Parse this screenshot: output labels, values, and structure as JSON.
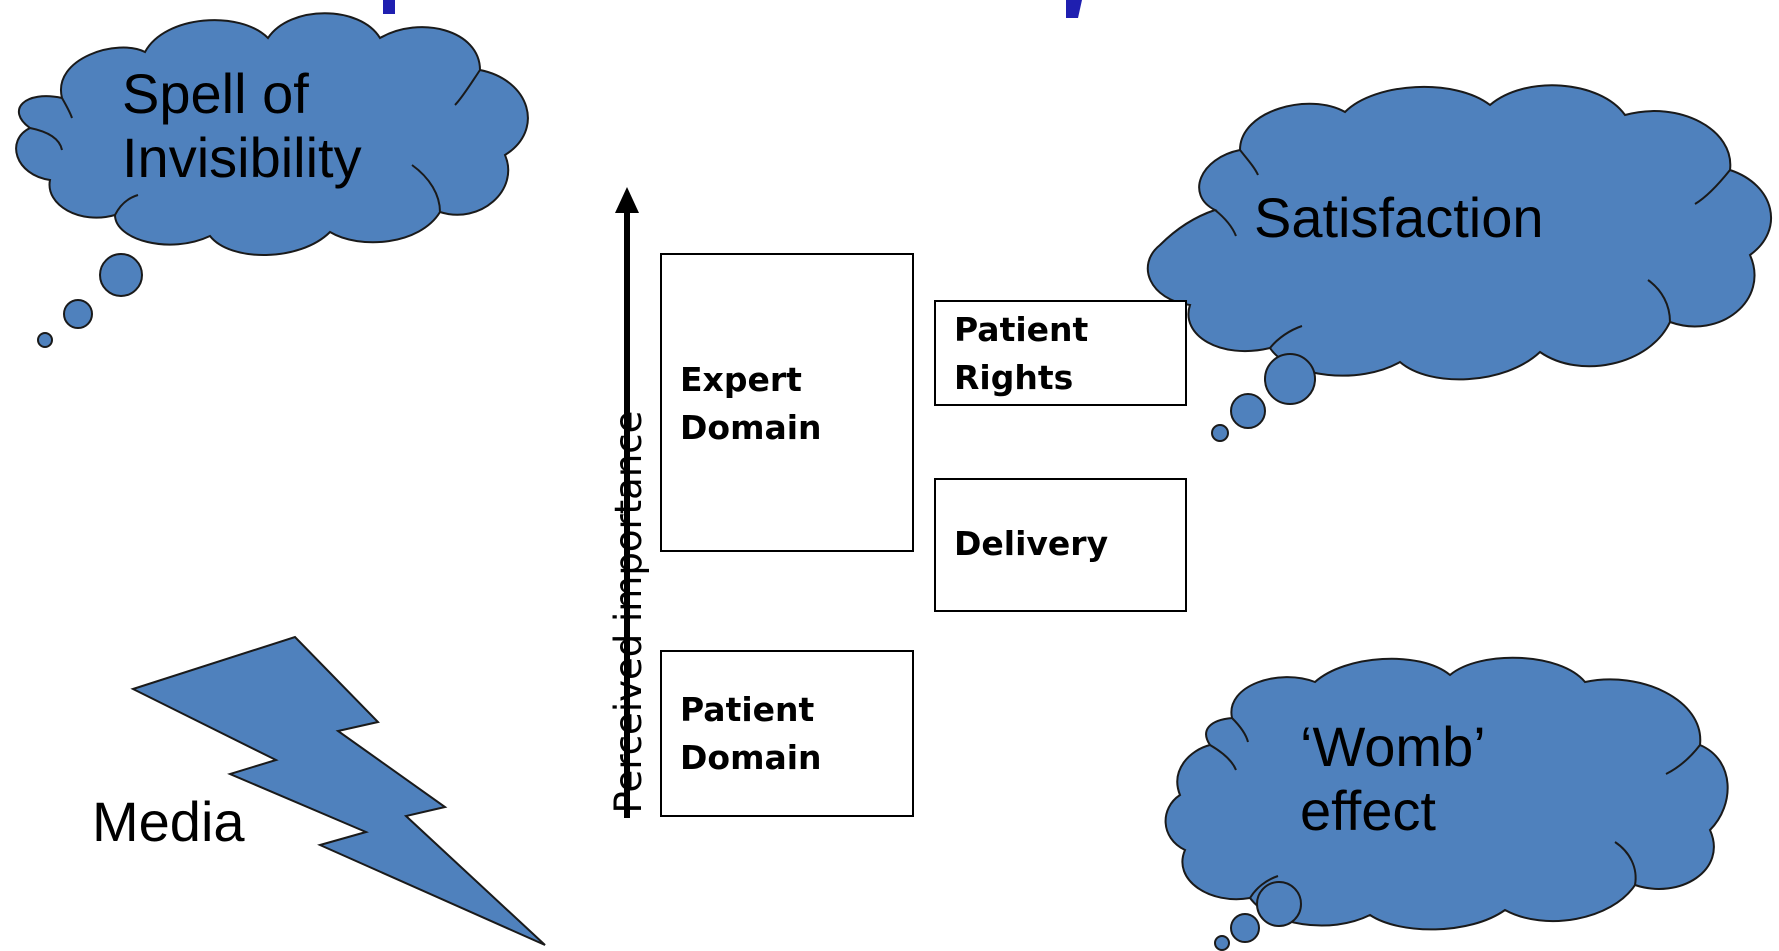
{
  "colors": {
    "shape_fill": "#4f81bd",
    "shape_stroke": "#1a1a1a",
    "text": "#000000",
    "title": "#1f1fb0"
  },
  "clouds": {
    "spell": {
      "line1": "Spell of",
      "line2": "Invisibility"
    },
    "satisfaction": {
      "label": "Satisfaction"
    },
    "womb": {
      "line1": "‘Womb’",
      "line2": "effect"
    }
  },
  "media": {
    "label": "Media"
  },
  "axis": {
    "label": "Perceived importance"
  },
  "boxes": {
    "expert": {
      "line1": "Expert",
      "line2": "Domain"
    },
    "patient_domain": {
      "line1": "Patient",
      "line2": "Domain"
    },
    "patient_rights": {
      "line1": "Patient",
      "line2": "Rights"
    },
    "delivery": {
      "line1": "Delivery"
    }
  }
}
